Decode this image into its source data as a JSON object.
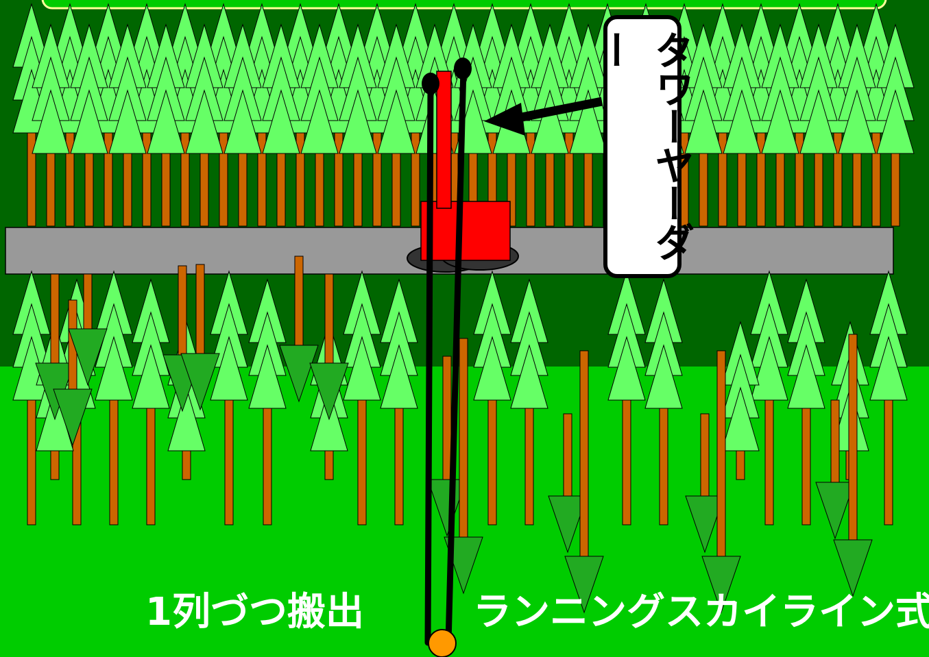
{
  "callout": {
    "label": "タワーヤーダー",
    "icon": "arrow-left-icon"
  },
  "captions": {
    "left": "1列づつ搬出",
    "right": "ランニングスカイライン式"
  },
  "colors": {
    "upper_forest_bg": "#006600",
    "lower_ground_bg": "#00CC00",
    "road": "#999999",
    "tree_foliage": "#66FF66",
    "felled_tree": "#22AA22",
    "trunk": "#CC6600",
    "tower_yarder": "#FF0000",
    "crawler": "#333333",
    "cable": "#000000",
    "anchor_point": "#FF9900"
  }
}
